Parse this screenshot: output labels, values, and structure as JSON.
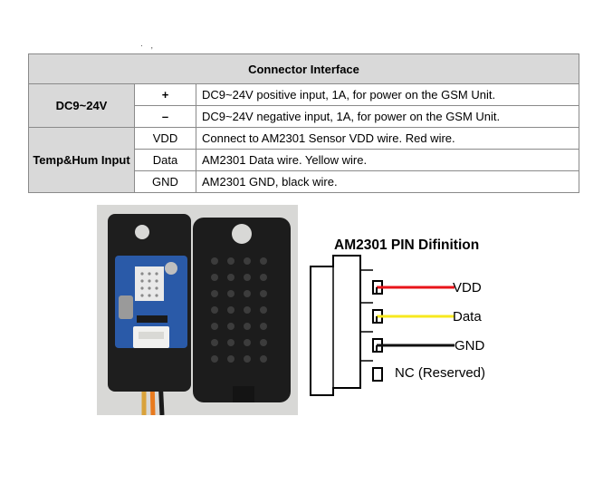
{
  "table": {
    "title": "Connector Interface",
    "groups": [
      {
        "label": "DC9~24V",
        "rows": [
          {
            "symbol": "+",
            "description": "DC9~24V positive input, 1A, for power on the GSM Unit."
          },
          {
            "symbol": "–",
            "description": "DC9~24V negative input, 1A, for power on the GSM Unit."
          }
        ]
      },
      {
        "label": "Temp&Hum Input",
        "rows": [
          {
            "symbol": "VDD",
            "description": "Connect to AM2301 Sensor VDD wire. Red wire."
          },
          {
            "symbol": "Data",
            "description": "AM2301 Data wire. Yellow wire."
          },
          {
            "symbol": "GND",
            "description": "AM2301 GND, black wire."
          }
        ]
      }
    ]
  },
  "pin_diagram": {
    "title": "AM2301 PIN Difinition",
    "pins": [
      {
        "label": "VDD",
        "wire_color": "#e8141a"
      },
      {
        "label": "Data",
        "wire_color": "#f7e81e"
      },
      {
        "label": "GND",
        "wire_color": "#111111"
      },
      {
        "label": "NC (Reserved)",
        "wire_color": ""
      }
    ]
  },
  "colors": {
    "header_bg": "#d9d9d9",
    "border": "#8a8a8a",
    "sensor_body": "#1e1e1e",
    "pcb_blue": "#2a5aa8"
  }
}
